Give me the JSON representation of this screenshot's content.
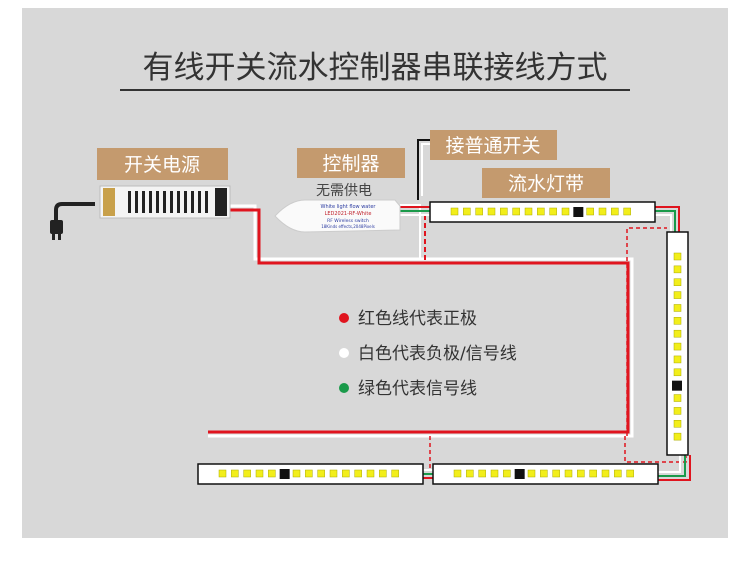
{
  "title": "有线开关流水控制器串联接线方式",
  "labels": {
    "power_supply": "开关电源",
    "controller": "控制器",
    "controller_note": "无需供电",
    "switch": "接普通开关",
    "strip": "流水灯带"
  },
  "controller_print": {
    "line1": "White light flow water",
    "line2": "LED2021-RF-White",
    "line3": "RF Wireless switch",
    "line4": "18Kinds effects,2048Pixels"
  },
  "legend": [
    {
      "text": "红色线代表正极",
      "color": "#e0141e"
    },
    {
      "text": "白色代表负极/信号线",
      "color": "#ffffff"
    },
    {
      "text": "绿色代表信号线",
      "color": "#1a9a4a"
    }
  ],
  "colors": {
    "panel": "#d8d8d8",
    "label_bg": "#c49a6e",
    "red": "#e0141e",
    "green": "#1a9a4a",
    "led": "#f2ee1a"
  }
}
